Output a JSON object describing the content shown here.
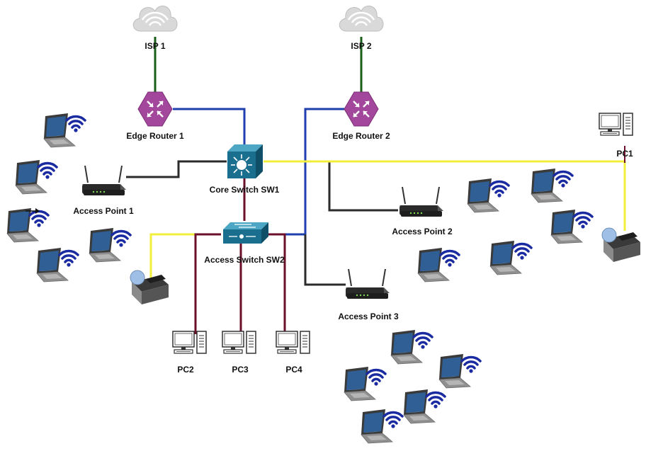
{
  "labels": {
    "isp1": "ISP 1",
    "isp2": "ISP 2",
    "edge_router_1": "Edge Router 1",
    "edge_router_2": "Edge Router 2",
    "core_switch": "Core Switch SW1",
    "access_switch": "Access Switch SW2",
    "access_point_1": "Access Point 1",
    "access_point_2": "Access Point 2",
    "access_point_3": "Access Point 3",
    "pc1": "PC1",
    "pc2": "PC2",
    "pc3": "PC3",
    "pc4": "PC4"
  },
  "colors": {
    "isp_link": "#1a5e1a",
    "router_link": "#1f3fae",
    "trunk_link": "#6b0f2a",
    "ap_link": "#2b2b2b",
    "pc_link": "#f2ef3a",
    "router_fill": "#a2479b",
    "switch_fill": "#1a6f8f",
    "cloud_fill": "#d9d9d9",
    "wifi": "#1a2aa0"
  },
  "icons": {
    "cloud": "cloud-icon",
    "router": "router-icon",
    "switch": "switch-icon",
    "access_point": "access-point-icon",
    "laptop": "laptop-icon",
    "pc": "pc-icon",
    "printer": "printer-icon"
  }
}
